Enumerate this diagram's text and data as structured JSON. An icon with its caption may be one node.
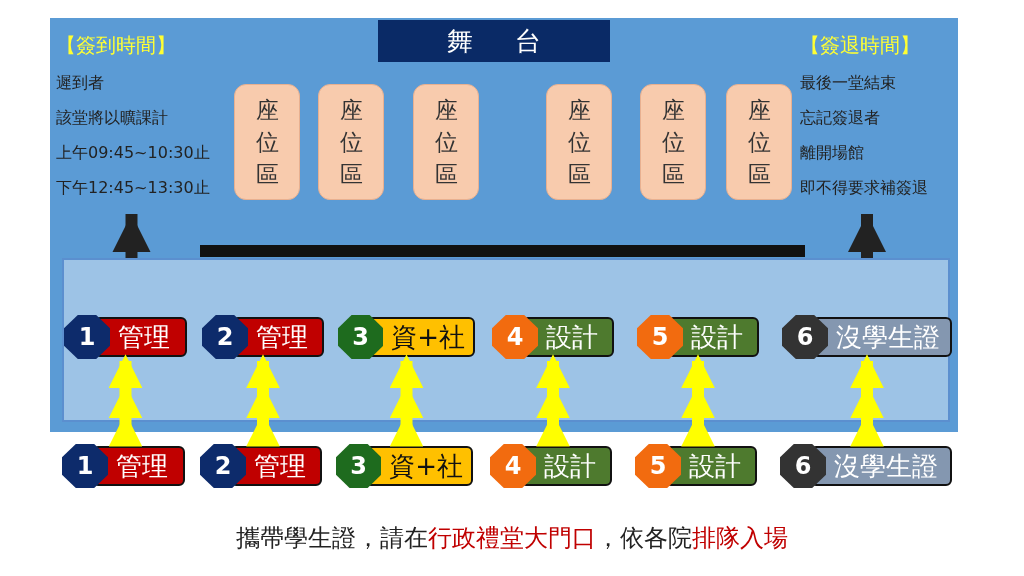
{
  "diagram": {
    "nodes": [
      {
        "text": [
          "舞台"
        ]
      },
      {
        "text": [
          "【簽到時間】",
          "遲到者",
          "該堂將以曠課計",
          "上午09:45~10:30止",
          "下午12:45~13:30止"
        ]
      },
      {
        "text": [
          "【簽退時間】",
          "最後一堂結束",
          "忘記簽退者",
          "離開場館",
          "即不得要求補簽退"
        ]
      },
      {
        "text": [
          "座位區"
        ]
      },
      {
        "text": [
          "座位區"
        ]
      },
      {
        "text": [
          "座位區"
        ]
      },
      {
        "text": [
          "座位區"
        ]
      },
      {
        "text": [
          "座位區"
        ]
      },
      {
        "text": [
          "座位區"
        ]
      },
      {
        "text": [],
        "shape": "box"
      },
      {
        "text": [
          "1",
          "管理"
        ],
        "in": 9
      },
      {
        "text": [
          "2",
          "管理"
        ],
        "in": 9
      },
      {
        "text": [
          "3",
          "資+社"
        ],
        "in": 9
      },
      {
        "text": [
          "4",
          "設計"
        ],
        "in": 9
      },
      {
        "text": [
          "5",
          "設計"
        ],
        "in": 9
      },
      {
        "text": [
          "6",
          "沒學生證"
        ],
        "in": 9
      },
      {
        "text": [
          "1",
          "管理"
        ]
      },
      {
        "text": [
          "2",
          "管理"
        ]
      },
      {
        "text": [
          "3",
          "資+社"
        ]
      },
      {
        "text": [
          "4",
          "設計"
        ]
      },
      {
        "text": [
          "5",
          "設計"
        ]
      },
      {
        "text": [
          "6",
          "沒學生證"
        ]
      }
    ],
    "edges": [
      {
        "from": 9,
        "to": 1,
        "arrow": "to",
        "color": "#222222"
      },
      {
        "from": 9,
        "to": 2,
        "arrow": "to",
        "color": "#222222"
      },
      {
        "from": 16,
        "to": 10,
        "arrow": "to"
      },
      {
        "from": 17,
        "to": 11,
        "arrow": "to"
      },
      {
        "from": 18,
        "to": 12,
        "arrow": "to"
      },
      {
        "from": 19,
        "to": 13,
        "arrow": "to"
      },
      {
        "from": 20,
        "to": 14,
        "arrow": "to"
      },
      {
        "from": 21,
        "to": 15,
        "arrow": "to"
      }
    ],
    "caption": "攜帶學生證，請在**行政禮堂大門口**，依各院**排隊入場**"
  }
}
